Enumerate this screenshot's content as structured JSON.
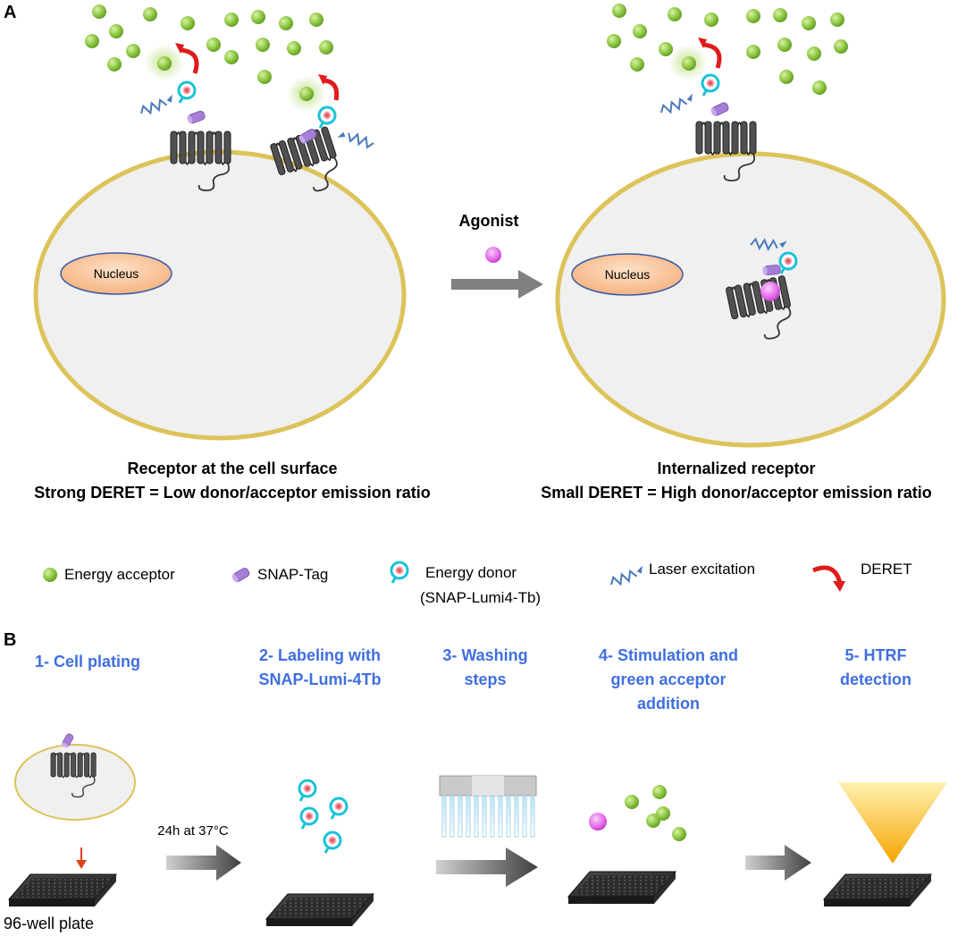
{
  "panel_a": {
    "label": "A",
    "nucleus_label": "Nucleus",
    "agonist_label": "Agonist",
    "left_caption": [
      "Receptor at the cell surface",
      "Strong DERET = Low donor/acceptor emission ratio"
    ],
    "right_caption": [
      "Internalized receptor",
      "Small DERET = High donor/acceptor emission ratio"
    ]
  },
  "legend": {
    "acceptor": "Energy acceptor",
    "snap_tag": "SNAP-Tag",
    "donor": [
      "Energy donor",
      "(SNAP-Lumi4-Tb)"
    ],
    "laser": "Laser excitation",
    "deret": "DERET"
  },
  "panel_b": {
    "label": "B",
    "steps": [
      [
        "1- Cell plating"
      ],
      [
        "2- Labeling with",
        "SNAP-Lumi-4Tb"
      ],
      [
        "3- Washing",
        "steps"
      ],
      [
        "4- Stimulation and",
        "green acceptor",
        "addition"
      ],
      [
        "5- HTRF",
        "detection"
      ]
    ],
    "incubation_label": "24h at 37°C",
    "plate_label": "96-well plate"
  },
  "colors": {
    "acceptor_green": "#8cc63f",
    "snap_purple": "#a57fd6",
    "donor_cyan": "#19c3d6",
    "donor_red": "#e8334a",
    "laser_blue": "#4a79b8",
    "deret_red": "#e01b1b",
    "membrane_gold": "#dcc35a",
    "cell_fill": "#f0f0f0",
    "nucleus_fill": "#f9c9a3",
    "agonist_pink": "#e060e8",
    "step_blue": "#3f6fe0",
    "detection_orange": "#f5a300"
  }
}
